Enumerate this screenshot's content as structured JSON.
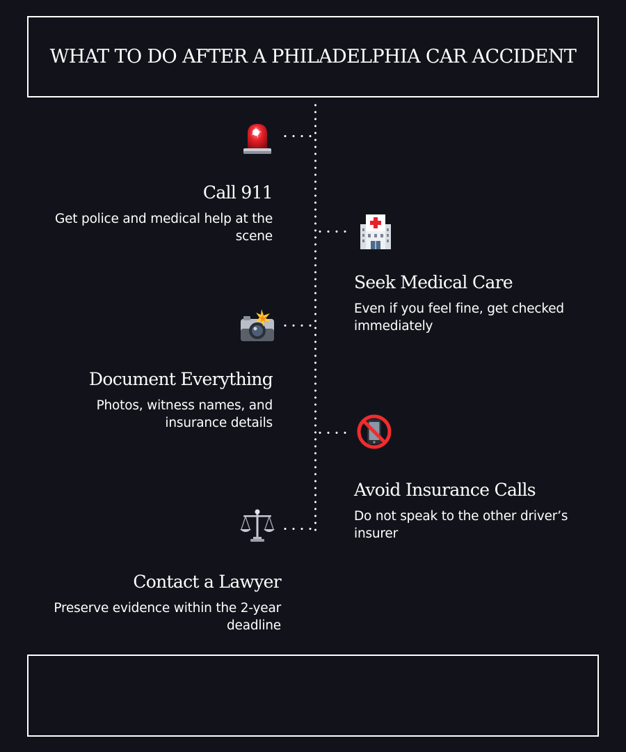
{
  "header": {
    "title": "WHAT TO DO AFTER A PHILADELPHIA CAR ACCIDENT"
  },
  "footer": {
    "text": ""
  },
  "steps": [
    {
      "icon": "siren-light-icon",
      "title": "Call 911",
      "description": "Get police and medical help at the scene",
      "side": "left"
    },
    {
      "icon": "hospital-icon",
      "title": "Seek Medical Care",
      "description": "Even if you feel fine, get checked immediately",
      "side": "right"
    },
    {
      "icon": "camera-flash-icon",
      "title": "Document Everything",
      "description": "Photos, witness names, and insurance details",
      "side": "left"
    },
    {
      "icon": "no-phone-icon",
      "title": "Avoid Insurance Calls",
      "description": "Do not speak to the other driver’s insurer",
      "side": "right"
    },
    {
      "icon": "scales-icon",
      "title": "Contact a Lawyer",
      "description": "Preserve evidence within the 2-year deadline",
      "side": "left"
    }
  ],
  "colors": {
    "background": "#12131a",
    "foreground": "#ffffff"
  }
}
